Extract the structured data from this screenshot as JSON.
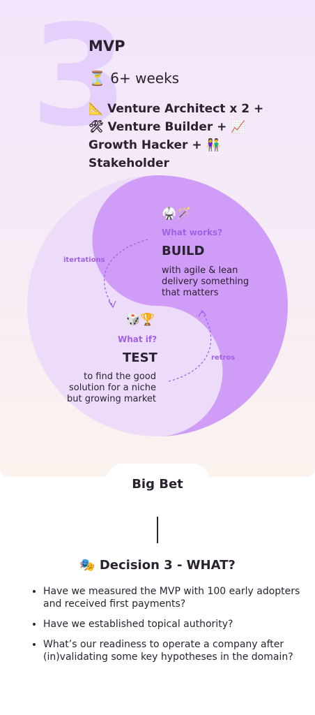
{
  "card": {
    "step_number": "3",
    "title": "MVP",
    "duration_icon": "⏳",
    "duration": "6+ weeks",
    "team": {
      "ruler_icon": "📐",
      "part1": " Venture Architect x 2 +",
      "tools_icon": "🛠",
      "part2": " Venture Builder + ",
      "chart_icon": "📈",
      "part3": " Growth Hacker + ",
      "people_icon": "👫",
      "part4": " Stakeholder"
    }
  },
  "cycle": {
    "build": {
      "emoji": "🥋🪄",
      "question": "What works?",
      "heading": "BUILD",
      "description": "with agile & lean delivery something that matters"
    },
    "test": {
      "emoji": "🎲🏆",
      "question": "What if?",
      "heading": "TEST",
      "description": "to find the good solution for a niche but growing market"
    },
    "iterations_label": "itertations",
    "retros_label": "retros"
  },
  "stage": {
    "label": "Big Bet"
  },
  "decision": {
    "icon": "🎭",
    "title": "Decision 3 - WHAT?",
    "questions": [
      "Have we measured the MVP with 100 early adopters and received first payments?",
      "Have we established topical authority?",
      "What’s our readiness to operate a company after (in)validating some key hypotheses in the domain?"
    ]
  },
  "colors": {
    "accent": "#a160e6",
    "circle_light": "#ecdcfa",
    "circle_dark": "#cf9cf7",
    "numeral": "#e4d0fa"
  }
}
